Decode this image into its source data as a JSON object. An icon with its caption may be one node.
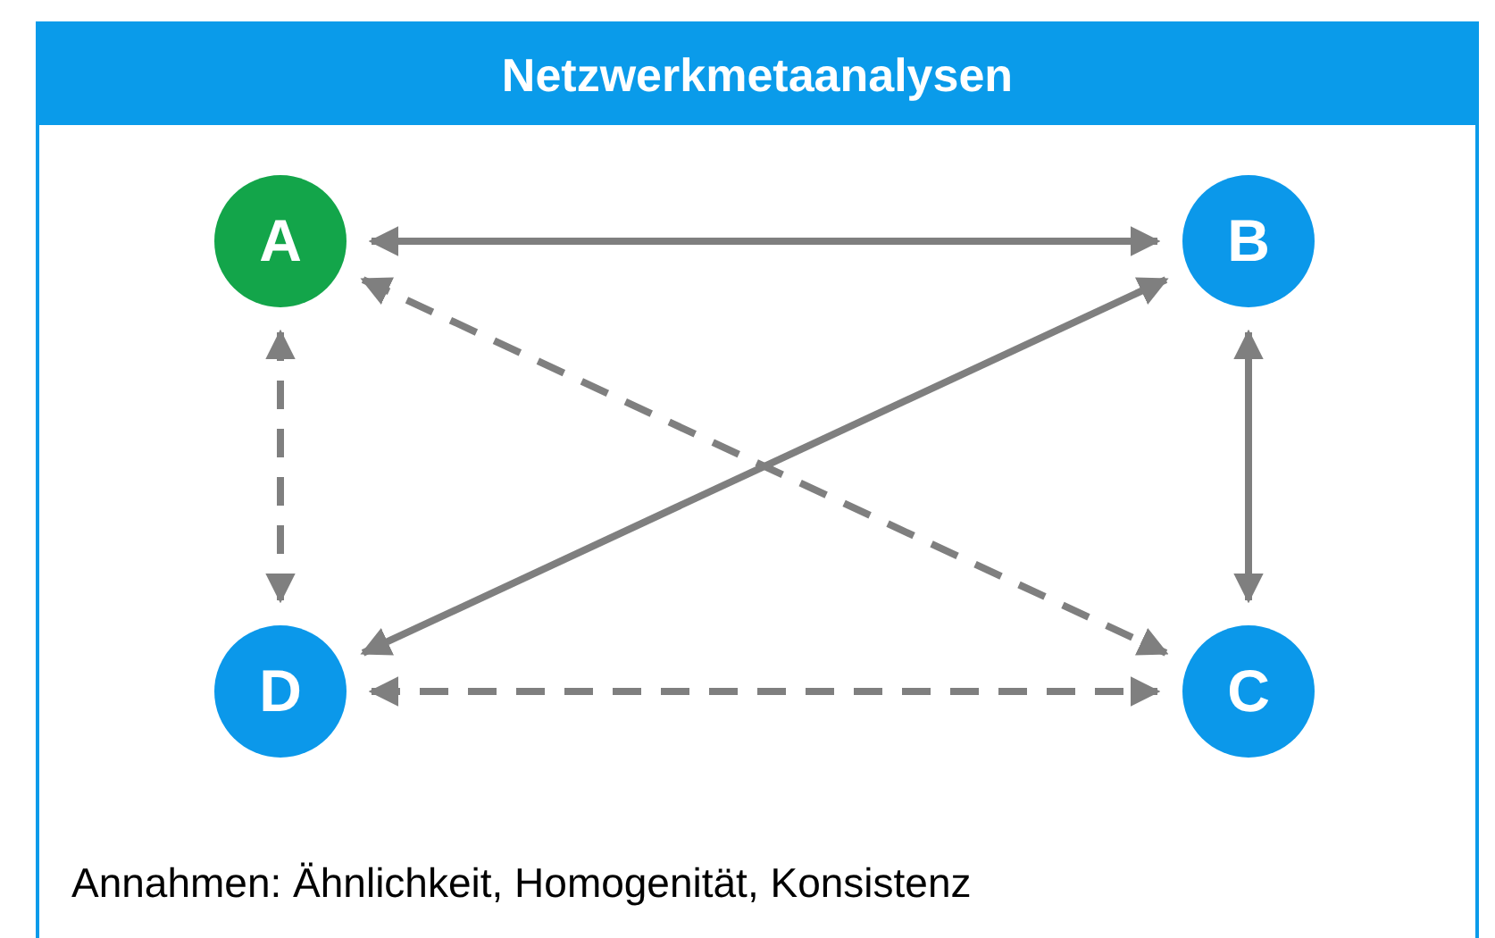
{
  "diagram": {
    "nodes": [
      {
        "text": [
          "Netzwerkmetaanalysen",
          "Annahmen: Ähnlichkeit, Homogenität, Konsistenz"
        ]
      },
      {
        "text": [
          "A"
        ],
        "in": 0
      },
      {
        "text": [
          "B"
        ],
        "in": 0
      },
      {
        "text": [
          "D"
        ],
        "in": 0
      },
      {
        "text": [
          "C"
        ],
        "in": 0
      }
    ],
    "edges": [
      {
        "from": 1,
        "to": 2,
        "arrow": "both"
      },
      {
        "from": 1,
        "to": 3,
        "arrow": "both",
        "style": "dashed"
      },
      {
        "from": 1,
        "to": 4,
        "arrow": "both",
        "style": "dashed"
      },
      {
        "from": 2,
        "to": 3,
        "arrow": "both"
      },
      {
        "from": 2,
        "to": 4,
        "arrow": "both"
      },
      {
        "from": 3,
        "to": 4,
        "arrow": "both",
        "style": "dashed"
      }
    ]
  }
}
